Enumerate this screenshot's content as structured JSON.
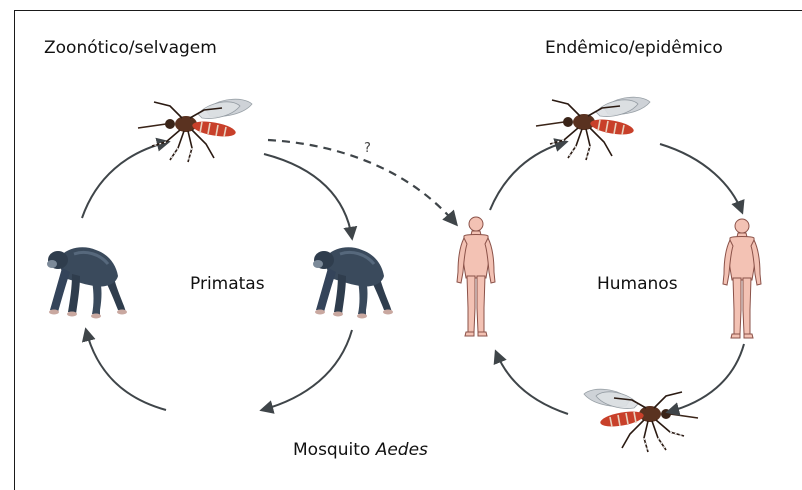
{
  "labels": {
    "zoonotic": "Zoonótico/selvagem",
    "endemic": "Endêmico/epidêmico",
    "primates": "Primatas",
    "humans": "Humanos",
    "mosquito_prefix": "Mosquito ",
    "mosquito_genus": "Aedes",
    "question_mark": "?"
  },
  "colors": {
    "arrow": "#3f4549",
    "primate_body": "#3a4a5c",
    "primate_shade": "#56687c",
    "human_skin": "#f3c2b4",
    "human_outline": "#8a5148",
    "mosquito_body": "#5a3220",
    "mosquito_stripe": "#e8d2bf",
    "mosquito_red": "#c8402a",
    "wing": "#c9ced3"
  }
}
